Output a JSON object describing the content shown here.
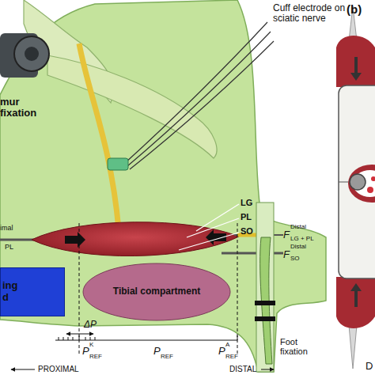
{
  "diagram": {
    "nodes": [
      {
        "text": [
          "Tibial compartment"
        ]
      },
      {
        "text": [
          "ing d"
        ]
      }
    ],
    "labels": [
      "Cuff electrode on sciatic nerve",
      "mur fixation",
      "LG",
      "PL",
      "SO",
      "imal",
      "PL",
      "F",
      "Distal",
      "LG + PL",
      "F",
      "Distal",
      "SO",
      "ΔP",
      "P",
      "K",
      "REF",
      "P",
      "REF",
      "P",
      "A",
      "REF",
      "PROXIMAL",
      "DISTAL",
      "Foot fixation",
      "(b)",
      "D"
    ]
  }
}
